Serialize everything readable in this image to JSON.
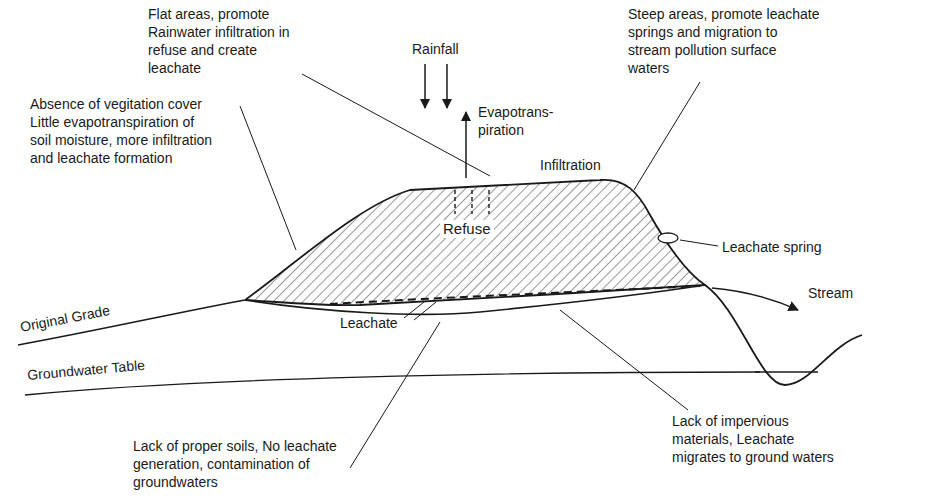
{
  "diagram": {
    "nodes": [
      {
        "text": [
          "Refuse"
        ]
      }
    ],
    "labels": [
      "Flat areas, promote Rainwater infiltration in refuse and create leachate",
      "Rainfall",
      "Evapotrans- piration",
      "Infiltration",
      "Steep areas, promote leachate springs and migration to stream pollution surface waters",
      "Absence of vegitation cover Little evapotranspiration of soil moisture, more infiltration and leachate formation",
      "Leachate spring",
      "Leachate",
      "Original Grade",
      "Stream",
      "Groundwater Table",
      "Lack of impervious materials, Leachate migrates to ground waters",
      "Lack of proper soils, No leachate generation, contamination of groundwaters"
    ]
  }
}
